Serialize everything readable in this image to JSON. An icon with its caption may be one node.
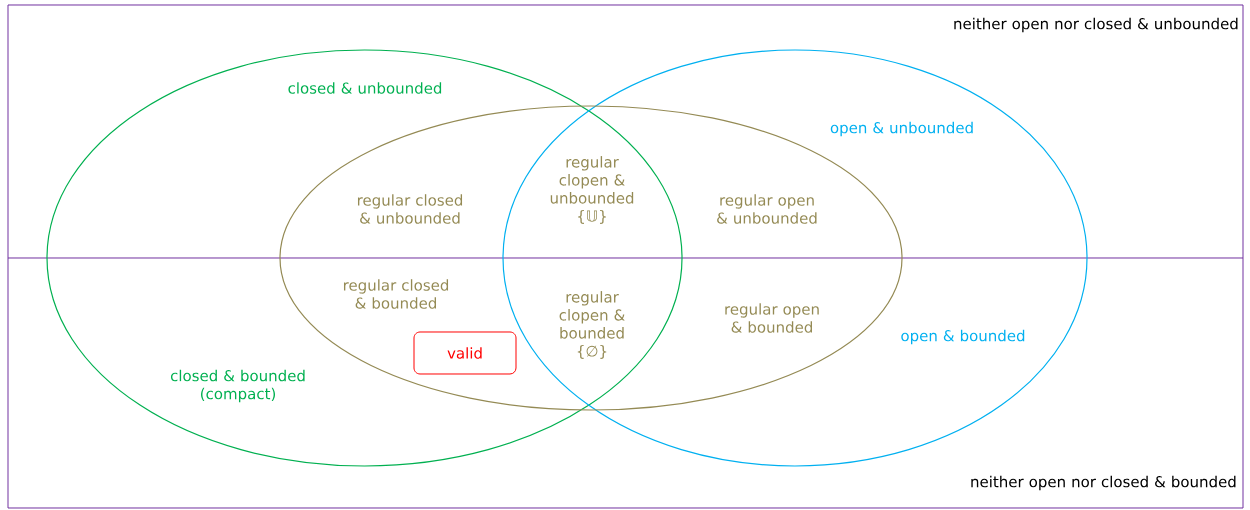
{
  "diagram": {
    "nodes": [
      {
        "text": [
          "neither open nor closed & unbounded",
          "neither open nor closed & bounded"
        ]
      },
      {
        "text": [
          "closed & unbounded",
          "closed & bounded (compact)"
        ],
        "in": 0
      },
      {
        "text": [
          "open & unbounded",
          "open & bounded"
        ],
        "in": 0
      },
      {
        "text": [
          "regular closed & unbounded",
          "regular closed & bounded",
          "regular clopen & unbounded {𝕌}",
          "regular clopen & bounded {∅}",
          "regular open & unbounded",
          "regular open & bounded"
        ],
        "in": 0
      },
      {
        "text": [
          "valid"
        ]
      }
    ]
  }
}
